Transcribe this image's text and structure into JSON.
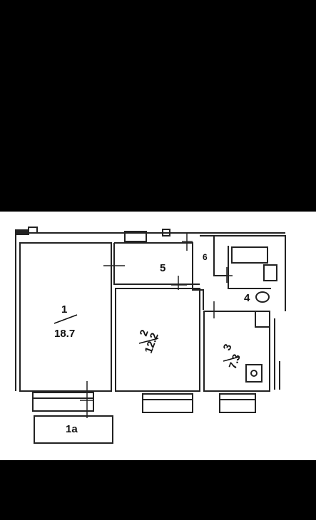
{
  "rooms": [
    {
      "number": "1",
      "area": "18.7"
    },
    {
      "number": "2",
      "area": "12.2"
    },
    {
      "number": "3",
      "area": "7.3"
    },
    {
      "number": "4"
    },
    {
      "number": "5"
    },
    {
      "number": "6"
    },
    {
      "number": "1a"
    }
  ]
}
